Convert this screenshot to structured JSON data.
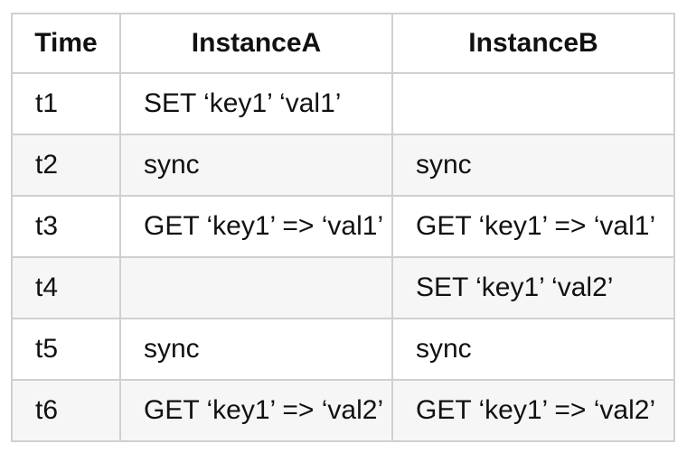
{
  "table": {
    "headers": {
      "time": "Time",
      "instance_a": "InstanceA",
      "instance_b": "InstanceB"
    },
    "rows": [
      {
        "time": "t1",
        "instance_a": "SET ‘key1’ ‘val1’",
        "instance_b": ""
      },
      {
        "time": "t2",
        "instance_a": "sync",
        "instance_b": "sync"
      },
      {
        "time": "t3",
        "instance_a": "GET ‘key1’ => ‘val1’",
        "instance_b": "GET ‘key1’ => ‘val1’"
      },
      {
        "time": "t4",
        "instance_a": "",
        "instance_b": "SET ‘key1’ ‘val2’"
      },
      {
        "time": "t5",
        "instance_a": "sync",
        "instance_b": "sync"
      },
      {
        "time": "t6",
        "instance_a": "GET ‘key1’ => ‘val2’",
        "instance_b": "GET ‘key1’ => ‘val2’"
      }
    ]
  },
  "colors": {
    "border": "#d0d0d0",
    "row_stripe": "#f6f6f6",
    "text": "#111111",
    "background": "#ffffff"
  }
}
